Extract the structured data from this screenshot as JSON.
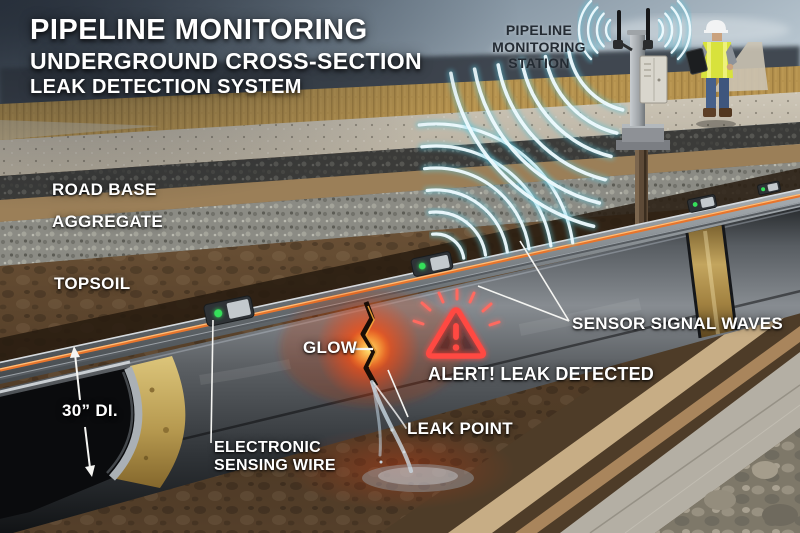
{
  "title": {
    "line1": "PIPELINE MONITORING",
    "line2": "UNDERGROUND CROSS-SECTION",
    "line3": "LEAK DETECTION SYSTEM"
  },
  "station": {
    "label_line1": "PIPELINE",
    "label_line2": "MONITORING",
    "label_line3": "STATION"
  },
  "layers": {
    "road_base": "ROAD BASE",
    "aggregate": "AGGREGATE",
    "topsoil": "TOPSOIL"
  },
  "callouts": {
    "glow": "GLOW",
    "leak_point": "LEAK POINT",
    "alert": "ALERT! LEAK DETECTED",
    "sensor_signal_waves": "SENSOR SIGNAL WAVES",
    "pipe_diameter": "30” DI.",
    "sensing_wire_line1": "ELECTRONIC",
    "sensing_wire_line2": "SENSING WIRE"
  },
  "icons": {
    "alert_triangle": "warning-triangle-icon",
    "signal_waves": "radio-wave-arcs-icon",
    "antennas": "antenna-icon",
    "sensor_led": "green-led-icon"
  },
  "colors": {
    "alert_red": "#ff4843",
    "signal_cyan": "#cdf2fb",
    "wire_orange": "#e8752c",
    "vest_yellow": "#d8e23c",
    "insulation_gold": "#c9ad62"
  }
}
